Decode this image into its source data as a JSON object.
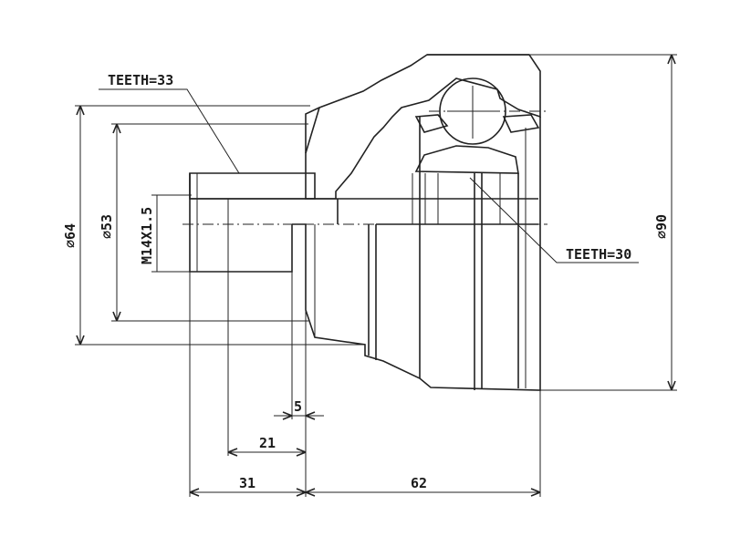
{
  "callouts": {
    "teeth_outer": "TEETH=33",
    "teeth_inner": "TEETH=30"
  },
  "dimensions": {
    "dia_64": "⌀64",
    "dia_53": "⌀53",
    "thread": "M14X1.5",
    "dia_90": "⌀90",
    "len_5": "5",
    "len_21": "21",
    "len_31": "31",
    "len_62": "62"
  }
}
